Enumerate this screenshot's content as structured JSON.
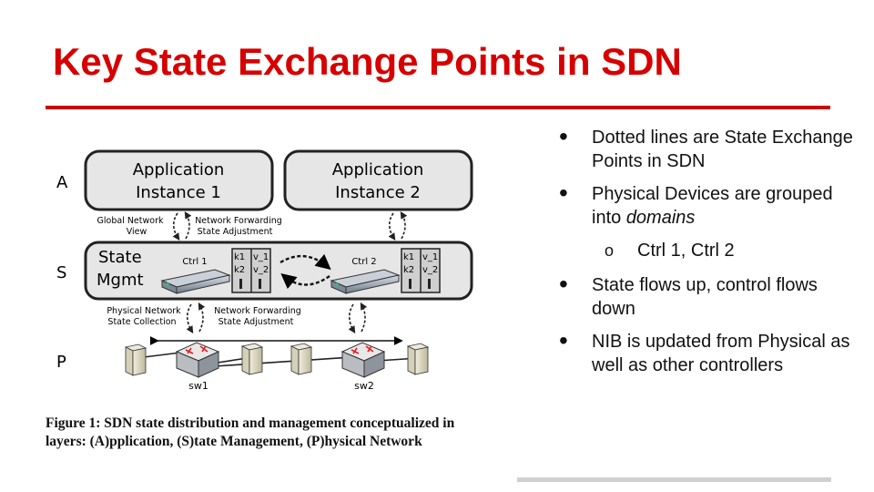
{
  "slide": {
    "title": "Key State Exchange Points in SDN"
  },
  "bullets": {
    "b1": "Dotted lines are State Exchange Points in SDN",
    "b2_prefix": "Physical Devices are grouped into ",
    "b2_emph": "domains",
    "sub1_marker": "o",
    "sub1": "Ctrl 1, Ctrl 2",
    "b3": "State flows up, control flows down",
    "b4": "NIB is updated from Physical as well as other controllers"
  },
  "diagram": {
    "layers": {
      "a": "A",
      "s": "S",
      "p": "P"
    },
    "app1_line1": "Application",
    "app1_line2": "Instance 1",
    "app2_line1": "Application",
    "app2_line2": "Instance 2",
    "state_line1": "State",
    "state_line2": "Mgmt",
    "ctrl1": "Ctrl 1",
    "ctrl2": "Ctrl 2",
    "kv": {
      "k1": "k1",
      "k2": "k2",
      "v1": "v_1",
      "v2": "v_2"
    },
    "global_view_line1": "Global Network",
    "global_view_line2": "View",
    "net_fwd_line1": "Network Forwarding",
    "net_fwd_line2": "State Adjustment",
    "phys_coll_line1": "Physical Network",
    "phys_coll_line2": "State Collection",
    "sw1": "sw1",
    "sw2": "sw2"
  },
  "caption": "Figure 1: SDN state distribution and management conceptualized in layers: (A)pplication, (S)tate Management, (P)hysical Network",
  "colors": {
    "title": "#d60000",
    "rule": "#cc0000",
    "box_fill": "#e6e6e6",
    "switch_arrow": "#e02020"
  }
}
